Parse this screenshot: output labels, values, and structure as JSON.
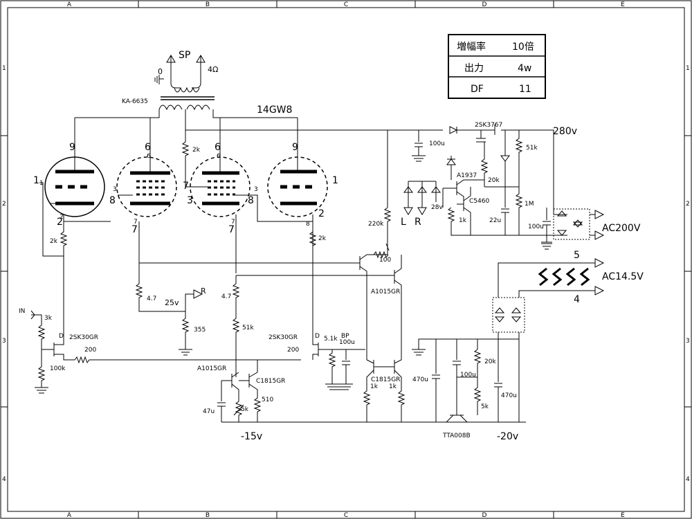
{
  "border": {
    "cols": [
      "A",
      "B",
      "C",
      "D",
      "E"
    ],
    "rows": [
      "1",
      "2",
      "3",
      "4"
    ]
  },
  "spec_table": {
    "rows": [
      {
        "label": "増幅率",
        "value": "10倍"
      },
      {
        "label": "出力",
        "value": "4w"
      },
      {
        "label": "DF",
        "value": "11"
      }
    ]
  },
  "labels": {
    "sp": "SP",
    "sp_0": "0",
    "sp_4": "4Ω",
    "transformer": "KA-6635",
    "tube": "14GW8",
    "v280": "280v",
    "ac200": "AC200V",
    "ac14": "AC14.5V",
    "t5": "5",
    "t4": "4",
    "in": "IN",
    "v25": "25v",
    "r_out": "R",
    "m15": "-15v",
    "m20": "-20v",
    "L": "L",
    "R": "R"
  },
  "pins": {
    "p1_left": "1",
    "p9_left": "9",
    "p6_left": "6",
    "p6_right": "6",
    "p9_right": "9",
    "p1_right": "1",
    "p2_left": "2",
    "p8_left": "8",
    "p3_left": "3",
    "p3_right": "3",
    "p8_right": "8",
    "p2_right": "2",
    "p7_left": "7",
    "p7_right": "7",
    "p7_center": "7",
    "small_6a": "6",
    "small_6b": "6",
    "small_3a": "3",
    "small_3b": "3",
    "small_7a": "7",
    "small_8": "8",
    "small_1a": "1",
    "small_2": "2",
    "small_7c": "7"
  },
  "components": {
    "r_2k_top": "2k",
    "r_2k_left": "2k",
    "r_2k_right": "2k",
    "r_220k": "220k",
    "r_100": "100",
    "r_4_7a": "4.7",
    "r_4_7b": "4.7",
    "r_355": "355",
    "r_51k_a": "51k",
    "r_51k_b": "51k",
    "r_3k": "3k",
    "r_100k": "100k",
    "r_200a": "200",
    "r_200b": "200",
    "r_5_1k": "5.1k",
    "r_1k_a": "1k",
    "r_1k_b": "1k",
    "r_1k_c": "1k",
    "r_5k_a": "5k",
    "r_510": "510",
    "r_20k_a": "20k",
    "r_20k_b": "20k",
    "r_5k_b": "5k",
    "r_1m": "1M",
    "c_100u_a": "100u",
    "c_100u_b": "100u",
    "c_100u_c": "100u",
    "c_22u": "22u",
    "c_47u": "47u",
    "c_470u_a": "470u",
    "c_470u_b": "470u",
    "c_bp": "BP",
    "c_bp_val": "100u",
    "v28": "28v",
    "q_2sk3767": "2SK3767",
    "q_a1937": "A1937",
    "q_c5460": "C5460",
    "q_2sk30_l": "2SK30GR",
    "q_2sk30_r": "2SK30GR",
    "q_a1015_a": "A1015GR",
    "q_a1015_b": "A1015GR",
    "q_c1815_a": "C1815GR",
    "q_c1815_b": "C1815GR",
    "q_tta008b": "TTA008B",
    "d_label": "D"
  }
}
